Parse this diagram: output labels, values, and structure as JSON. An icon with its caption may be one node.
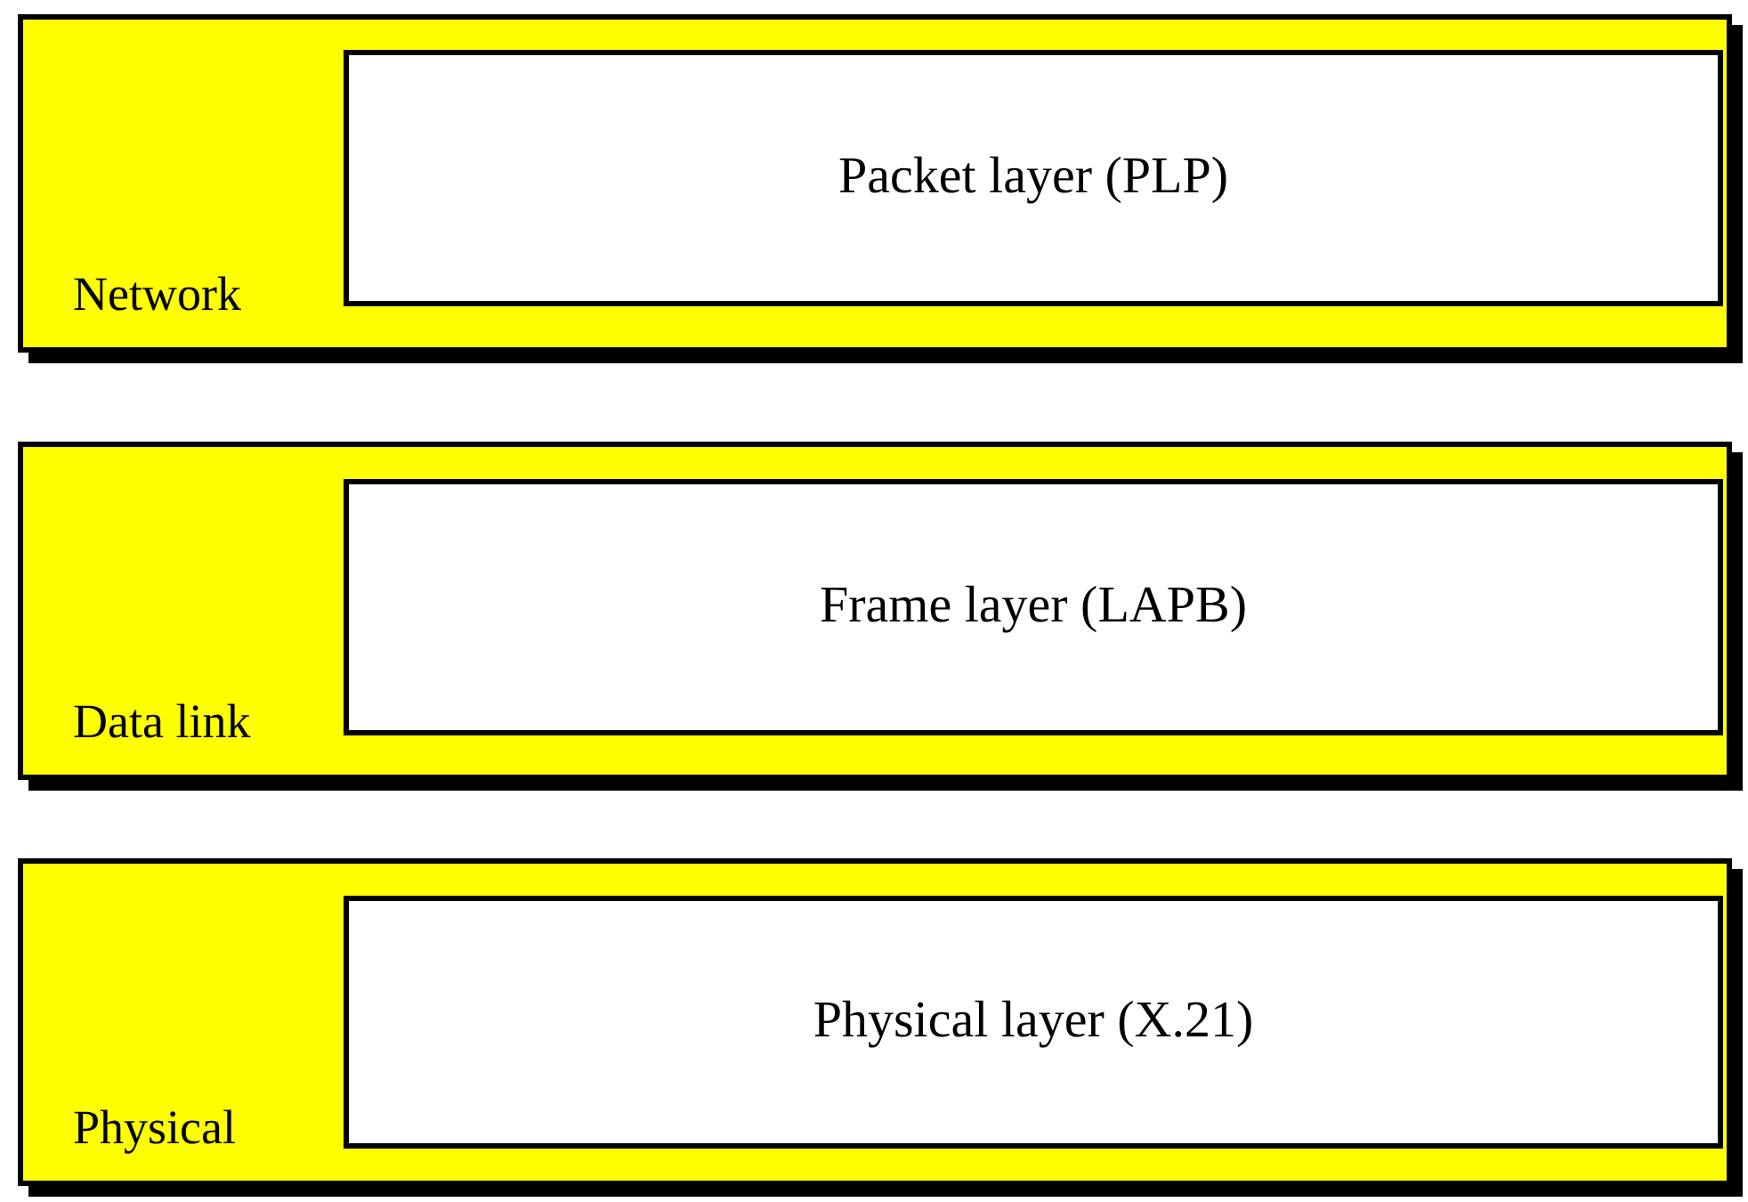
{
  "diagram": {
    "nodes": [
      {
        "text": [
          "Network"
        ]
      },
      {
        "text": [
          "Packet layer (PLP)"
        ],
        "in": 0
      },
      {
        "text": [
          "Data link"
        ]
      },
      {
        "text": [
          "Frame layer (LAPB)"
        ],
        "in": 2
      },
      {
        "text": [
          "Physical"
        ]
      },
      {
        "text": [
          "Physical layer (X.21)"
        ],
        "in": 4
      }
    ]
  }
}
